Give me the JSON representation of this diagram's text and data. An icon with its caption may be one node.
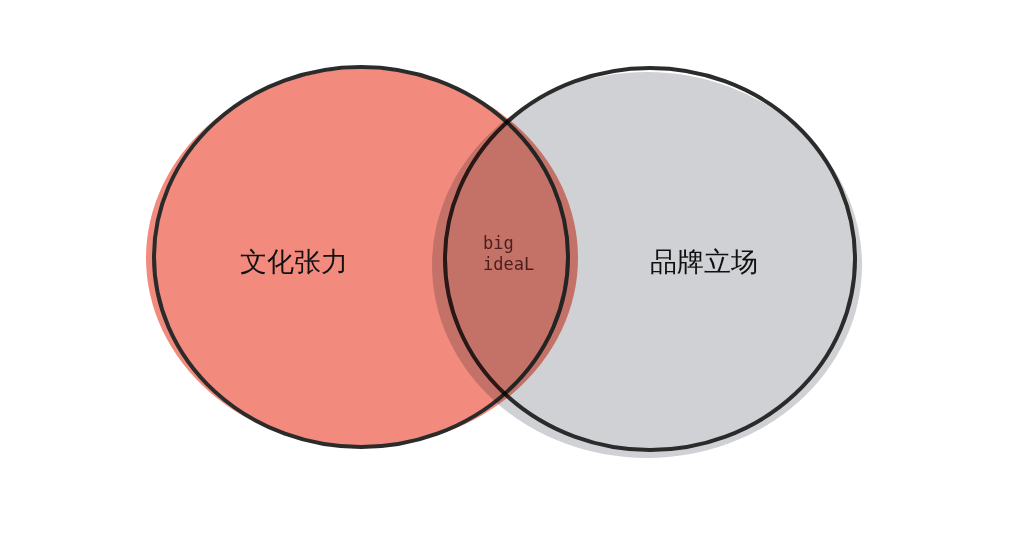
{
  "diagram": {
    "nodes": [
      {
        "text": [
          "文化张力"
        ]
      },
      {
        "text": [
          "品牌立场"
        ]
      }
    ],
    "labels": [
      "big ideaL"
    ]
  }
}
